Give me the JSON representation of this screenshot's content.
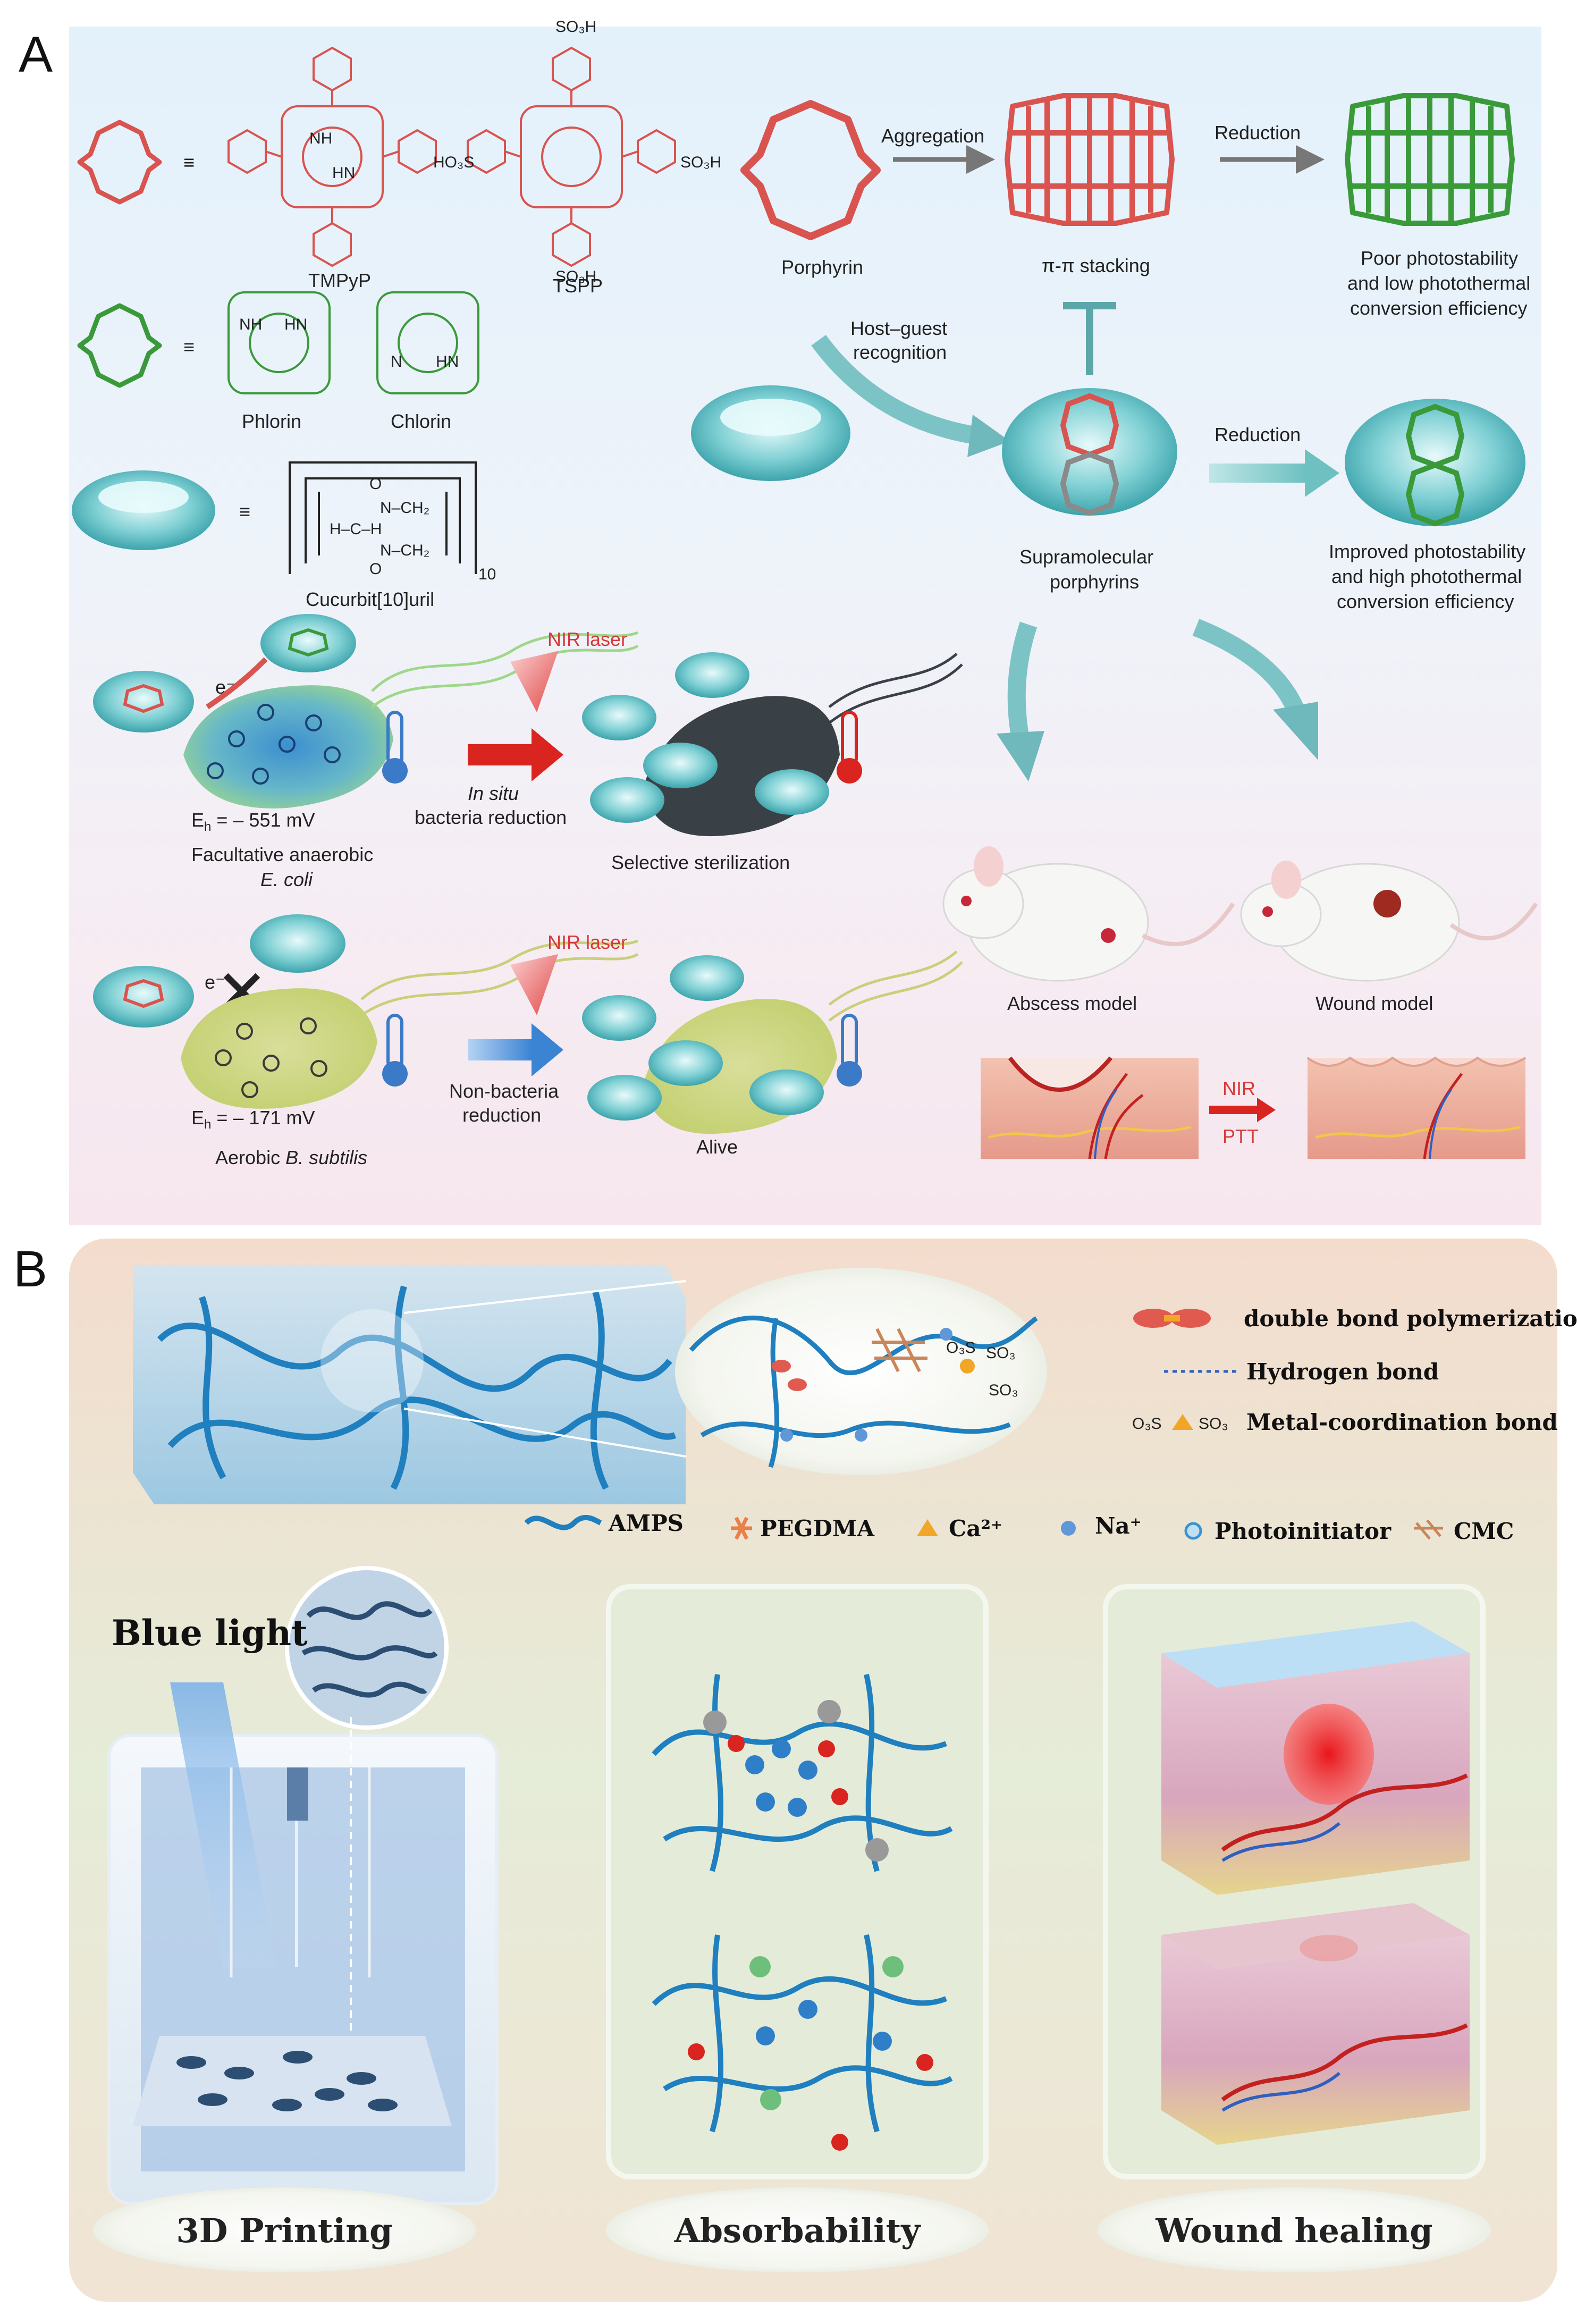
{
  "panel_a": {
    "letter": "A",
    "molecules": {
      "tmpyp": "TMPyP",
      "tspp": "TSPP",
      "phlorin": "Phlorin",
      "chlorin": "Chlorin",
      "cucurbituril": "Cucurbit[10]uril",
      "equiv": "≡",
      "so3h": "SO₃H",
      "ho3s": "HO₃S",
      "nh": "NH",
      "hn": "HN",
      "n": "N",
      "cb_o": "O",
      "cb_n_ch2": "N–CH₂",
      "cb_h": "H–C–H",
      "cb_sub": "10"
    },
    "flow": {
      "porphyrin": "Porphyrin",
      "aggregation": "Aggregation",
      "stacking": "π-π stacking",
      "reduction_top": "Reduction",
      "poor_1": "Poor photostability",
      "poor_2": "and low photothermal",
      "poor_3": "conversion efficiency",
      "host_guest_1": "Host–guest",
      "host_guest_2": "recognition",
      "reduction_mid": "Reduction",
      "supra_1": "Supramolecular",
      "supra_2": "porphyrins",
      "improved_1": "Improved photostability",
      "improved_2": "and high photothermal",
      "improved_3": "conversion efficiency"
    },
    "bacteria": {
      "e_minus": "e⁻",
      "nir_laser_1": "NIR laser",
      "eh_1": "E",
      "eh_1_sub": "h",
      "eh_1_val": " = – 551 mV",
      "in_situ": "In situ",
      "bacteria_reduction": "bacteria reduction",
      "facultative": "Facultative anaerobic",
      "ecoli": "E. coli",
      "selective": "Selective sterilization",
      "nir_laser_2": "NIR laser",
      "eh_2": "E",
      "eh_2_sub": "h",
      "eh_2_val": " = – 171 mV",
      "non_bacteria_1": "Non-bacteria",
      "non_bacteria_2": "reduction",
      "aerobic": "Aerobic ",
      "bsubtilis": "B. subtilis",
      "alive": "Alive"
    },
    "models": {
      "abscess": "Abscess model",
      "wound": "Wound model",
      "nir": "NIR",
      "ptt": "PTT"
    }
  },
  "panel_b": {
    "letter": "B",
    "legend": {
      "double_bond": "double bond polymerization",
      "hydrogen": "Hydrogen bond",
      "metal": "Metal-coordination bond",
      "o3s": "O₃S",
      "so3": "SO₃",
      "ca": "Ca²⁺",
      "na": "Na⁺",
      "amps": "AMPS",
      "pegdma": "PEGDMA",
      "photoinitiator": "Photoinitiator",
      "cmc": "CMC"
    },
    "blue_light": "Blue light",
    "bottom_labels": {
      "printing": "3D Printing",
      "absorbability": "Absorbability",
      "wound_healing": "Wound healing"
    }
  },
  "colors": {
    "porphyrin_red": "#d9534f",
    "chlorin_green": "#3a9a3a",
    "cb_teal": "#4fb8bd",
    "network_blue": "#1f7fbf",
    "cmc_orange": "#c9865a"
  }
}
